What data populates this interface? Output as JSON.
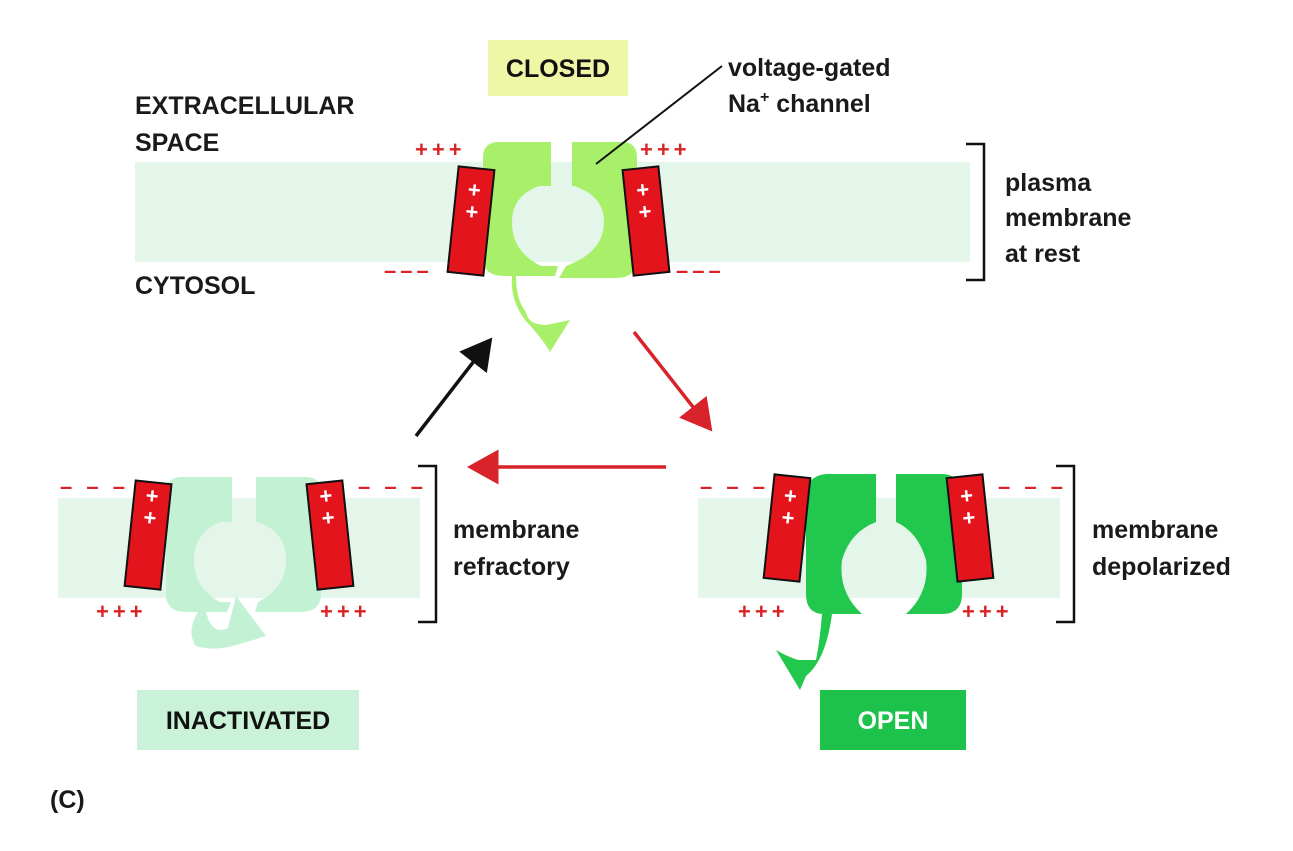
{
  "figure_label": "(C)",
  "compartments": {
    "extracellular_line1": "EXTRACELLULAR",
    "extracellular_line2": "SPACE",
    "cytosol": "CYTOSOL"
  },
  "channel_label": {
    "line1": "voltage-gated",
    "line2_prefix": "Na",
    "line2_sup": "+",
    "line2_suffix": " channel"
  },
  "states": {
    "closed": {
      "label": "CLOSED",
      "box_color": "#eef7a6",
      "protein_color": "#a8f06a"
    },
    "open": {
      "label": "OPEN",
      "box_color": "#1cc24a",
      "protein_color": "#22c84e"
    },
    "inactivated": {
      "label": "INACTIVATED",
      "box_color": "#c9f2d9",
      "protein_color": "#c2f1d3"
    }
  },
  "membrane_notes": {
    "rest": [
      "plasma",
      "membrane",
      "at rest"
    ],
    "refractory": [
      "membrane",
      "refractory"
    ],
    "depolarized": [
      "membrane",
      "depolarized"
    ]
  },
  "charges": {
    "positive": "+++",
    "negative": "–––",
    "negative_long": "– – –",
    "sensor": "+"
  },
  "colors": {
    "membrane": "#e4f6ea",
    "sensor": "#e3141c",
    "charge": "#d8232a",
    "arrow_red": "#d8232a",
    "arrow_black": "#111111"
  }
}
